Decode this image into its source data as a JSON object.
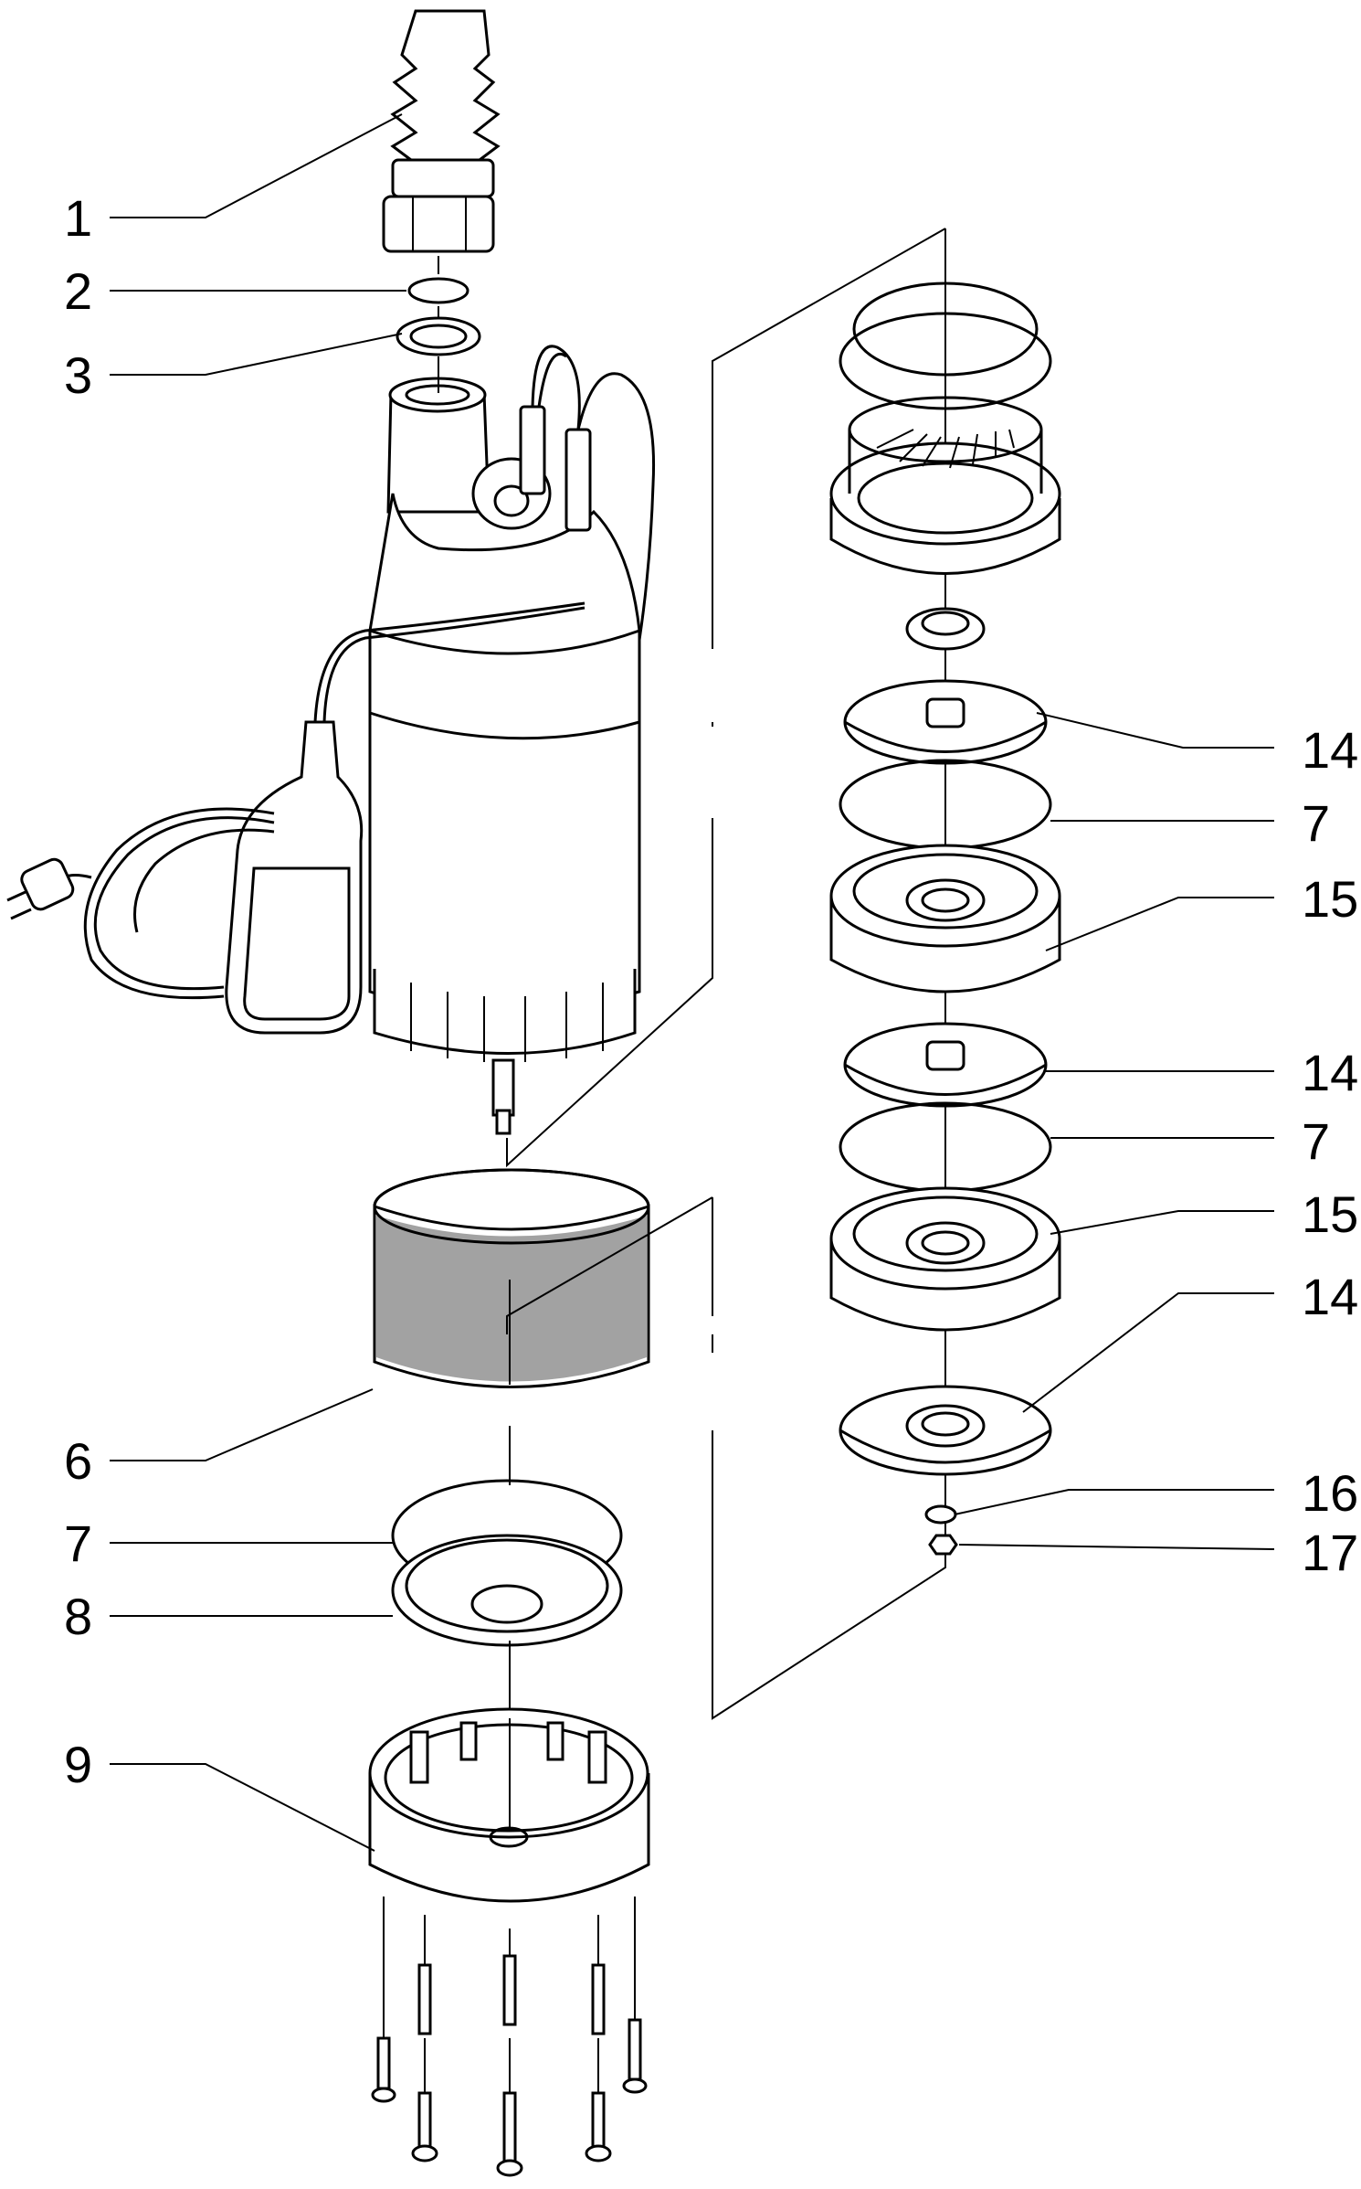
{
  "diagram": {
    "labels": {
      "l1": "1",
      "l2": "2",
      "l3": "3",
      "l6": "6",
      "l7a": "7",
      "l8": "8",
      "l9": "9",
      "l14a": "14",
      "l7b": "7",
      "l15a": "15",
      "l14b": "14",
      "l7c": "7",
      "l15b": "15",
      "l14c": "14",
      "l16": "16",
      "l17": "17"
    },
    "colors": {
      "line": "#000000",
      "background": "#ffffff"
    }
  }
}
